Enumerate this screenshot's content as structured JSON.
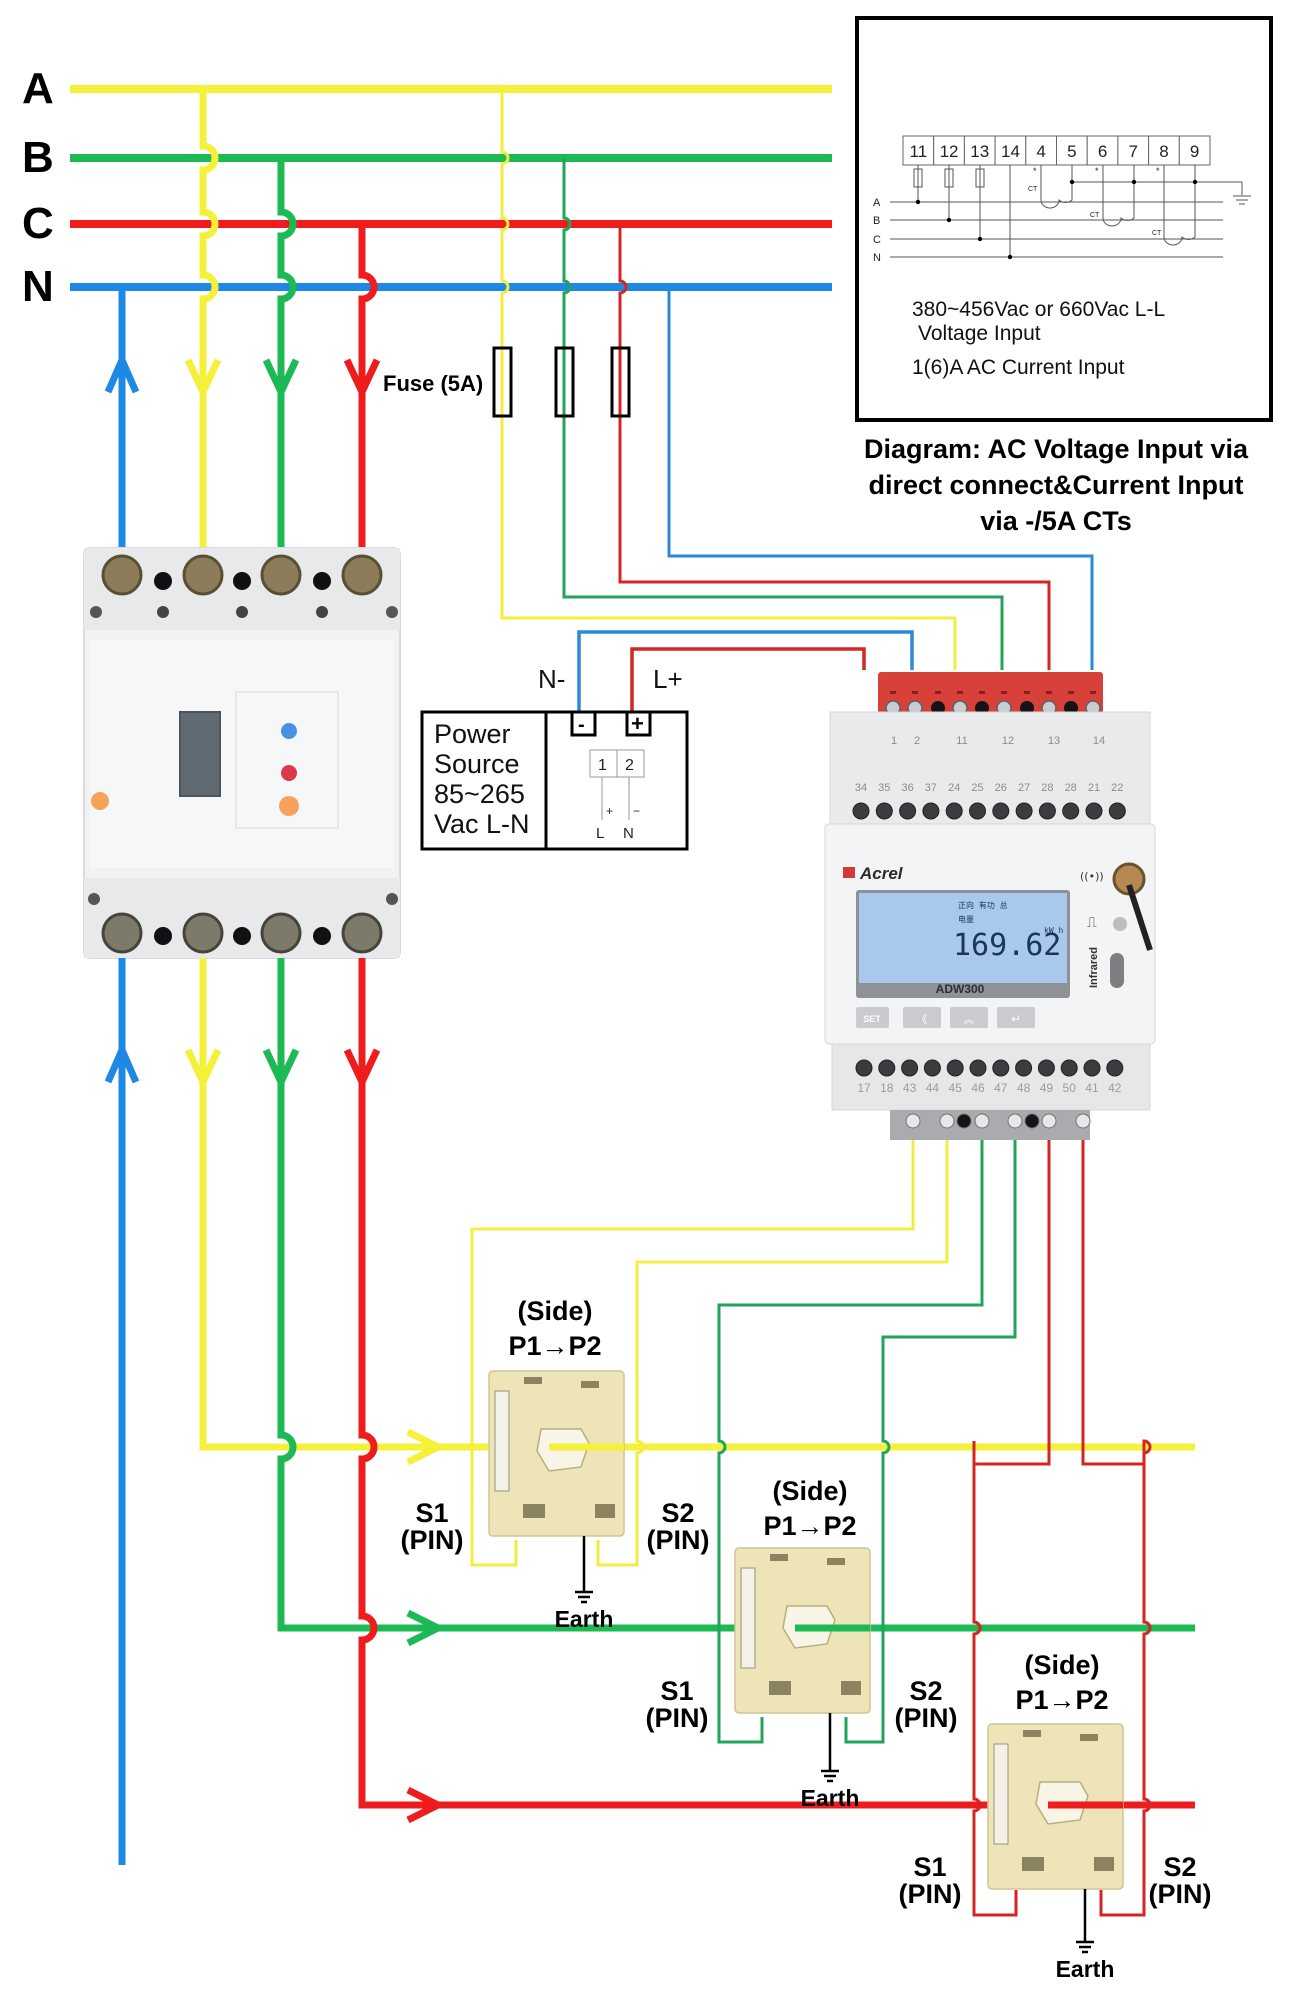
{
  "colors": {
    "phase_a": "#f5f03a",
    "phase_b": "#1db954",
    "phase_c": "#ee1c1c",
    "neutral": "#1e88e5",
    "thin_red": "#d42525",
    "thin_green": "#22a55a",
    "thin_yellow": "#f2ee40",
    "thin_blue": "#2a8ad8",
    "outline": "#000000",
    "terminal_red": "#d8403a",
    "lcd_bg": "#a9c9ec",
    "ct_body": "#ede4b8"
  },
  "bus_labels": [
    "A",
    "B",
    "C",
    "N"
  ],
  "fuse_label": "Fuse (5A)",
  "power_source": {
    "lines": [
      "Power",
      "Source",
      "85~265",
      "Vac L-N"
    ],
    "neg_label": "N-",
    "pos_label": "L+",
    "neg_symbol": "-",
    "pos_symbol": "+",
    "terminals": [
      "1",
      "2"
    ],
    "polarity": [
      "+",
      "−"
    ],
    "pins": [
      "L",
      "N"
    ]
  },
  "inset": {
    "terminals": [
      "11",
      "12",
      "13",
      "14",
      "4",
      "5",
      "6",
      "7",
      "8",
      "9"
    ],
    "lines": [
      "A",
      "B",
      "C",
      "N"
    ],
    "ct_label": "CT",
    "star": "*",
    "voltage_text_1": "380~456Vac or 660Vac L-L",
    "voltage_text_2": "Voltage Input",
    "current_text": "1(6)A AC Current Input"
  },
  "caption": {
    "line1": "Diagram: AC Voltage Input via",
    "line2": "direct connect&Current Input",
    "line3": "via -/5A CTs"
  },
  "meter": {
    "brand": "Acrel",
    "model": "ADW300",
    "top_terminal_labels": [
      "1",
      "2",
      "11",
      "12",
      "13",
      "14"
    ],
    "upper_row_labels": [
      "34",
      "35",
      "36",
      "37",
      "24",
      "25",
      "26",
      "27",
      "28",
      "28",
      "21",
      "22"
    ],
    "lower_row_labels": [
      "17",
      "18",
      "43",
      "44",
      "45",
      "46",
      "47",
      "48",
      "49",
      "50",
      "41",
      "42"
    ],
    "lcd_header": "正向  有功    总",
    "lcd_sub": "电量",
    "lcd_value": "169.62",
    "lcd_unit": "kW h",
    "buttons": [
      "SET",
      "《",
      "︽",
      "↵"
    ],
    "infrared_label": "Infrared",
    "pulse_symbol": "⎍",
    "wireless_symbol": "((•))"
  },
  "cts": [
    {
      "side_label": "(Side)",
      "direction": "P1→P2",
      "s1": "S1",
      "s1_pin": "(PIN)",
      "s2": "S2",
      "s2_pin": "(PIN)",
      "earth": "Earth",
      "phase": "A"
    },
    {
      "side_label": "(Side)",
      "direction": "P1→P2",
      "s1": "S1",
      "s1_pin": "(PIN)",
      "s2": "S2",
      "s2_pin": "(PIN)",
      "earth": "Earth",
      "phase": "B"
    },
    {
      "side_label": "(Side)",
      "direction": "P1→P2",
      "s1": "S1",
      "s1_pin": "(PIN)",
      "s2": "S2",
      "s2_pin": "(PIN)",
      "earth": "Earth",
      "phase": "C"
    }
  ]
}
